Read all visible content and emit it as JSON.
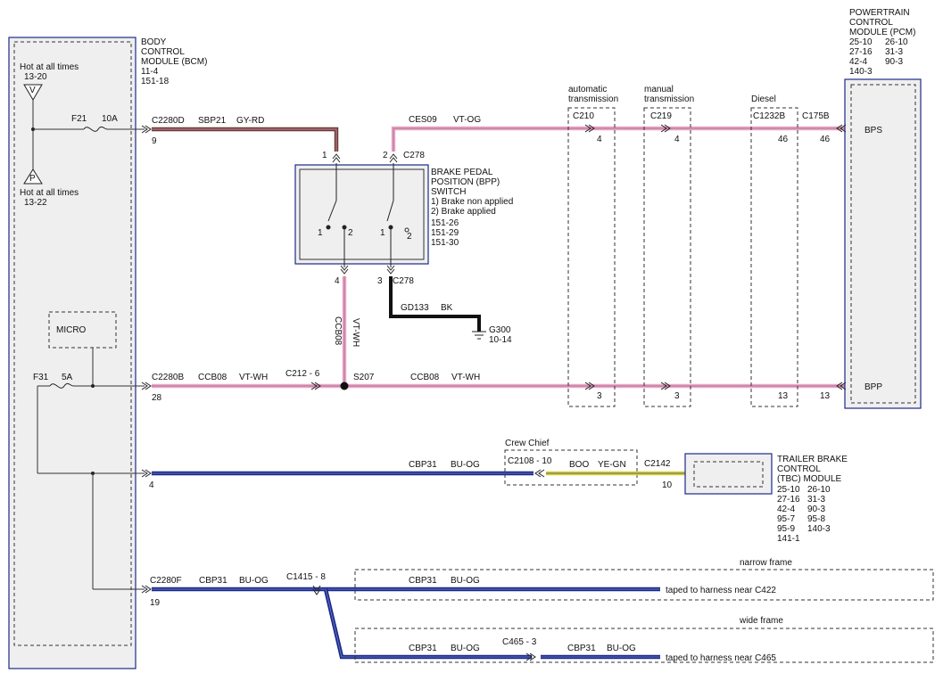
{
  "bcm": {
    "title": [
      "BODY",
      "CONTROL",
      "MODULE (BCM)"
    ],
    "refs": [
      "11-4",
      "151-18"
    ]
  },
  "pcm": {
    "title": [
      "POWERTRAIN",
      "CONTROL",
      "MODULE (PCM)"
    ],
    "refs": [
      "25-10",
      "26-10",
      "27-16",
      "31-3",
      "42-4",
      "90-3",
      "140-3"
    ],
    "pins": [
      "BPS",
      "BPP"
    ]
  },
  "tbc": {
    "title": [
      "TRAILER BRAKE",
      "CONTROL",
      "(TBC) MODULE"
    ],
    "refs": [
      "25-10",
      "26-10",
      "27-16",
      "31-3",
      "42-4",
      "90-3",
      "95-7",
      "95-8",
      "95-9",
      "140-3",
      "141-1"
    ]
  },
  "bpp": {
    "title": [
      "BRAKE PEDAL",
      "POSITION (BPP)",
      "SWITCH"
    ],
    "notes": [
      "1) Brake non applied",
      "2) Brake applied",
      "151-26",
      "151-29",
      "151-30"
    ],
    "pins": [
      "1",
      "2",
      "1",
      "2",
      "1",
      "2",
      "4",
      "3"
    ]
  },
  "power": {
    "hot1": "Hot at all times",
    "hot1_ref": "13-20",
    "hot1_sym": "V",
    "hot2": "Hot at all times",
    "hot2_ref": "13-22",
    "hot2_sym": "P",
    "fuse1": "F21",
    "fuse1_rating": "10A",
    "fuse2": "F31",
    "fuse2_rating": "5A",
    "micro": "MICRO"
  },
  "wires": {
    "top_left": {
      "conn": "C2280D",
      "pin": "9",
      "circuit": "SBP21",
      "color": "GY-RD"
    },
    "top_right": {
      "circuit": "CES09",
      "color": "VT-OG",
      "conn": "C278"
    },
    "mid": {
      "conn": "C2280B",
      "pin": "28",
      "circuit": "CCB08",
      "color": "VT-WH",
      "inline": "C212 - 6",
      "splice": "S207",
      "circuit2": "CCB08",
      "color2": "VT-WH"
    },
    "vertical": {
      "circuit": "CCB08",
      "color": "VT-WH"
    },
    "ground": {
      "circuit": "GD133",
      "color": "BK",
      "ground": "G300",
      "ground_ref": "10-14",
      "conn": "C278"
    },
    "tbc": {
      "pin": "4",
      "circuit": "CBP31",
      "color": "BU-OG",
      "crew_chief": "Crew Chief",
      "conn": "C2108 - 10",
      "circuit2": "BOO",
      "color2": "YE-GN",
      "conn2": "C2142",
      "pin2": "10"
    },
    "bottom": {
      "conn": "C2280F",
      "pin": "19",
      "circuit": "CBP31",
      "color": "BU-OG",
      "inline": "C1415 - 8",
      "narrow": "narrow frame",
      "narrow_circuit": "CBP31",
      "narrow_color": "BU-OG",
      "narrow_note": "taped to harness near C422",
      "wide": "wide frame",
      "wide_circuit": "CBP31",
      "wide_color": "BU-OG",
      "wide_conn": "C465 - 3",
      "wide_circuit2": "CBP31",
      "wide_color2": "BU-OG",
      "wide_note": "taped to harness near C465"
    }
  },
  "variants": [
    {
      "label": [
        "automatic",
        "transmission"
      ],
      "conn": "C210",
      "pin_top": "4",
      "pin_bot": "3"
    },
    {
      "label": [
        "manual",
        "transmission"
      ],
      "conn": "C219",
      "pin_top": "4",
      "pin_bot": "3"
    },
    {
      "label": [
        "Diesel"
      ],
      "conn": "C1232B",
      "pin_top": "46",
      "pin_bot": "13"
    }
  ],
  "pcm_conn": {
    "conn": "C175B",
    "pin_top": "46",
    "pin_bot": "13"
  },
  "colors": {
    "pink": "#e9a8c8",
    "pink_dark": "#b06c8f",
    "brown": "#6a3e2a",
    "navy": "#1c2a8a",
    "navy_light": "#6474c4",
    "yellow": "#d7d23a",
    "frame": "#1c2a8a"
  }
}
